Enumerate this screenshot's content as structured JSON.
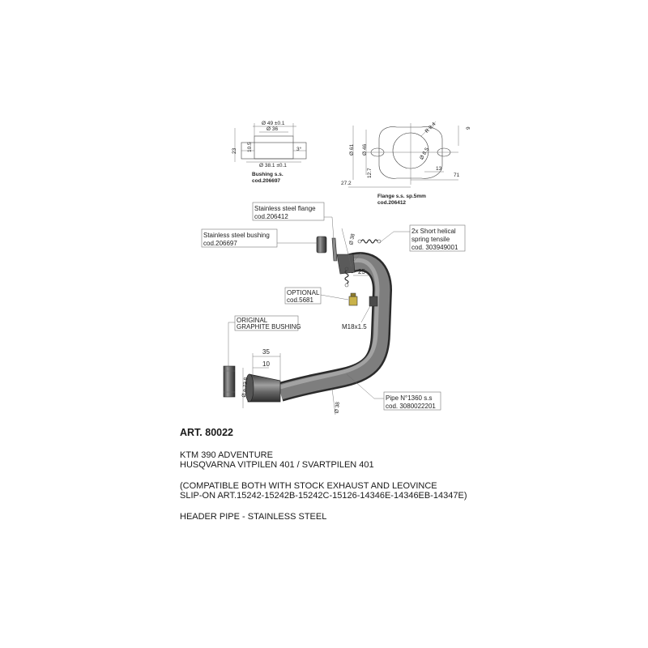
{
  "bushing_detail": {
    "label": "Bushing s.s.",
    "code": "cod.206697",
    "dims": {
      "outer": "Ø 49 ±0.1",
      "inner": "Ø 36",
      "bottom": "Ø 38.1 ±0.1",
      "height": "23",
      "inner_height": "10.5",
      "angle": "3°"
    }
  },
  "flange_detail": {
    "label": "Flange s.s. sp.5mm",
    "code": "cod.206412",
    "dims": {
      "d61": "Ø 61",
      "d46": "Ø 46",
      "h127": "12.7",
      "w272": "27.2",
      "w13": "13",
      "w71": "71",
      "h9": "9",
      "r": "R 8.4",
      "hole": "Ø 8.5"
    }
  },
  "callouts": {
    "flange": [
      "Stainless steel flange",
      "cod.206412"
    ],
    "bushing": [
      "Stainless steel bushing",
      "cod.206697"
    ],
    "springs": [
      "2x Short helical",
      "spring tensile",
      "cod. 303949001"
    ],
    "optional": [
      "OPTIONAL",
      "cod.5681"
    ],
    "graphite": [
      "ORIGINAL",
      "GRAPHITE BUSHING"
    ],
    "pipe": [
      "Pipe N°1360 s.s",
      "cod. 3080022201"
    ],
    "thread": "M18x1.5"
  },
  "pipe_dims": {
    "d38_top": "Ø 38",
    "d25": "25",
    "d35": "35",
    "d10": "10",
    "d738": "Ø e.73.8",
    "d38_bottom": "Ø 38"
  },
  "info": {
    "article": "ART. 80022",
    "models": [
      "KTM 390 ADVENTURE",
      "HUSQVARNA VITPILEN 401 / SVARTPILEN 401"
    ],
    "compat": [
      "(COMPATIBLE BOTH WITH STOCK EXHAUST AND LEOVINCE",
      "SLIP-ON ART.15242-15242B-15242C-15126-14346E-14346EB-14347E)"
    ],
    "description": "HEADER PIPE - STAINLESS STEEL"
  },
  "colors": {
    "metal_dark": "#4a4a4a",
    "metal_light": "#9a9a9a",
    "optional_part": "#c9b24a"
  }
}
